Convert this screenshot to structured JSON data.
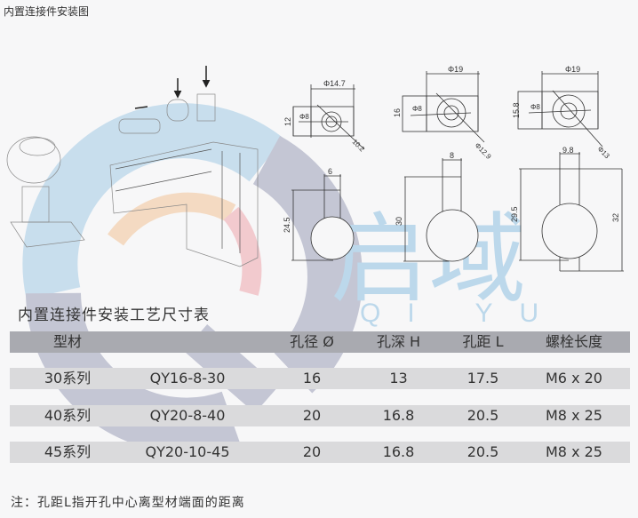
{
  "caption": "内置连接件安装图",
  "watermark": {
    "brand_cn": "启域",
    "brand_en": "QI YU",
    "colors": {
      "blue": "#b9d6ea",
      "orange": "#f3d1b0",
      "red": "#f1bcc0",
      "slate": "#b4b6c9"
    }
  },
  "drawings": [
    {
      "series": "30",
      "top_view": {
        "width": "Φ14.7",
        "height": "12",
        "bore": "Φ8",
        "counterbore": "10.2"
      },
      "side_view": {
        "slot_width": "6",
        "depth": "24.5"
      }
    },
    {
      "series": "40",
      "top_view": {
        "width": "Φ19",
        "height": "16",
        "bore": "Φ8",
        "counterbore": "Φ12.9"
      },
      "side_view": {
        "slot_width": "8",
        "depth": "30"
      }
    },
    {
      "series": "45",
      "top_view": {
        "width": "Φ19",
        "height": "15.8",
        "bore": "Φ8",
        "counterbore": "Φ13"
      },
      "side_view": {
        "slot_width": "9.8",
        "depth": "29.5",
        "total": "32"
      }
    }
  ],
  "table": {
    "title": "内置连接件安装工艺尺寸表",
    "headers": [
      "型材",
      "",
      "孔径 Ø",
      "孔深 H",
      "孔距 L",
      "螺栓长度"
    ],
    "rows": [
      [
        "30系列",
        "QY16-8-30",
        "16",
        "13",
        "17.5",
        "M6 x 20"
      ],
      [
        "40系列",
        "QY20-8-40",
        "20",
        "16.8",
        "20.5",
        "M8 x 25"
      ],
      [
        "45系列",
        "QY20-10-45",
        "20",
        "16.8",
        "20.5",
        "M8 x 25"
      ]
    ]
  },
  "note": "注：孔距L指开孔中心离型材端面的距离"
}
